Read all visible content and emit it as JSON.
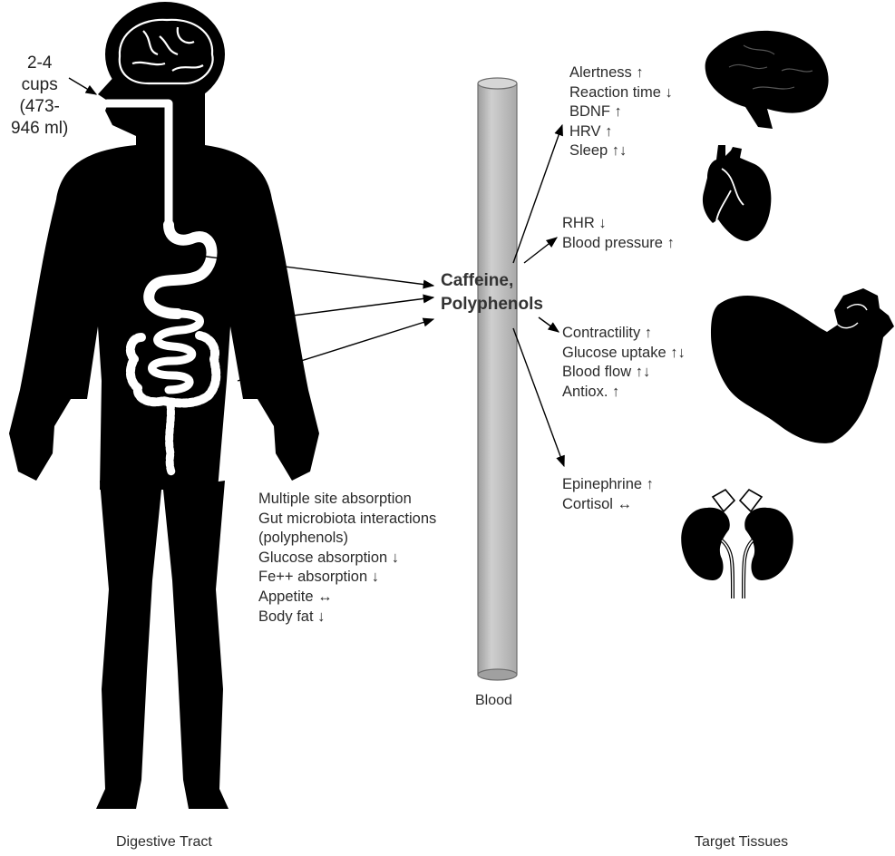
{
  "dose": {
    "line1": "2-4",
    "line2": "cups",
    "line3": "(473-",
    "line4": "946 ml)"
  },
  "center": {
    "line1": "Caffeine,",
    "line2": "Polyphenols"
  },
  "blood_label": "Blood",
  "digestive_label": "Digestive Tract",
  "target_label": "Target Tissues",
  "digestive_effects": [
    "Multiple site absorption",
    "Gut microbiota interactions",
    "(polyphenols)",
    "Glucose absorption ↓",
    "Fe++ absorption ↓",
    "Appetite ↔",
    "Body fat ↓"
  ],
  "brain_effects": [
    "Alertness ↑",
    "Reaction time ↓",
    "BDNF ↑",
    "HRV ↑",
    "Sleep ↑↓"
  ],
  "heart_effects": [
    "RHR ↓",
    "Blood pressure ↑"
  ],
  "muscle_effects": [
    "Contractility ↑",
    "Glucose uptake ↑↓",
    "Blood flow ↑↓",
    "Antiox. ↑"
  ],
  "kidney_effects": [
    "Epinephrine ↑",
    "Cortisol ↔"
  ],
  "colors": {
    "silhouette": "#000000",
    "vessel": "#bdbdbd",
    "vessel_edge": "#6e6e6e",
    "tract": "#ffffff"
  },
  "icons": [
    "human-body-silhouette",
    "brain-icon",
    "heart-icon",
    "flexed-arm-icon",
    "kidneys-icon"
  ]
}
